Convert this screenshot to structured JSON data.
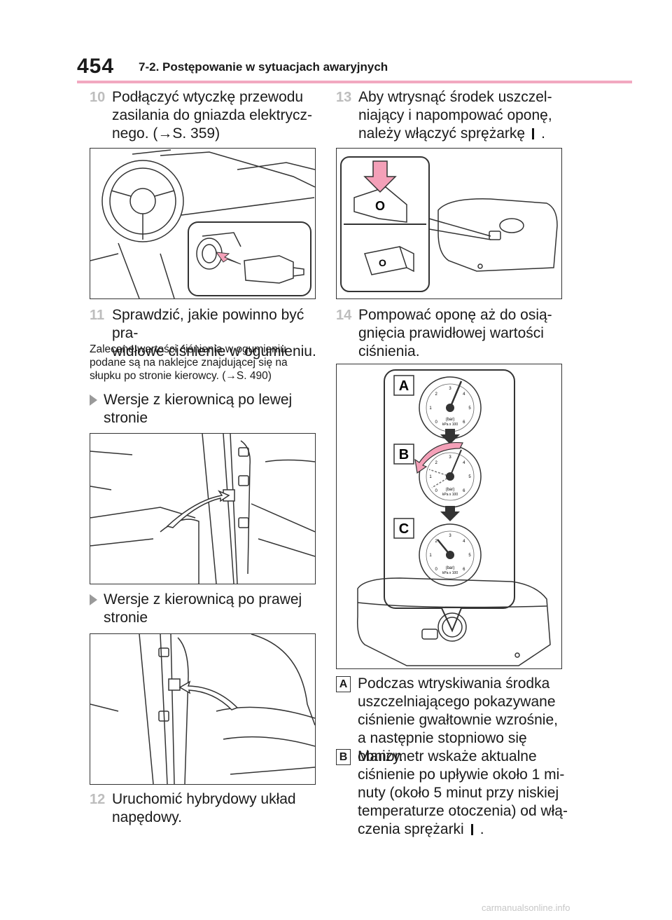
{
  "header": {
    "page_number": "454",
    "section_title": "7-2. Postępowanie w sytuacjach awaryjnych"
  },
  "left": {
    "step10": {
      "num": "10",
      "line1": "Podłączyć wtyczkę przewodu",
      "line2": "zasilania do gniazda elektrycz-",
      "line3": "nego. (→S. 359)"
    },
    "step11": {
      "num": "11",
      "line1": "Sprawdzić, jakie powinno być pra-",
      "line2": "widłowe ciśnienie w ogumieniu."
    },
    "note": {
      "line1": "Zalecane wartości ciśnienia w ogumieniu",
      "line2": "podane są na naklejce znajdującej się na",
      "line3": "słupku po stronie kierowcy. (→S. 490)"
    },
    "lhd": {
      "line1": "Wersje z kierownicą po lewej",
      "line2": "stronie"
    },
    "rhd": {
      "line1": "Wersje z kierownicą po prawej",
      "line2": "stronie"
    },
    "step12": {
      "num": "12",
      "line1": "Uruchomić hybrydowy układ",
      "line2": "napędowy."
    }
  },
  "right": {
    "step13": {
      "num": "13",
      "line1": "Aby wtrysnąć środek uszczel-",
      "line2": "niający i napompować oponę,",
      "line3a": "należy włączyć sprężarkę",
      "line3b": "."
    },
    "step14": {
      "num": "14",
      "line1": "Pompować oponę aż do osią-",
      "line2": "gnięcia prawidłowej wartości",
      "line3": "ciśnienia."
    },
    "gauge_labels": [
      "A",
      "B",
      "C"
    ],
    "gauge_unit_1": "(bar)",
    "gauge_unit_2": "kPa x 100",
    "gauge_ticks": [
      "0",
      "1",
      "2",
      "3",
      "4",
      "5",
      "6"
    ],
    "para_a": {
      "badge": "A",
      "line1": "Podczas wtryskiwania środka",
      "line2": "uszczelniającego pokazywane",
      "line3": "ciśnienie gwałtownie wzrośnie,",
      "line4": "a następnie stopniowo się obniży."
    },
    "para_b": {
      "badge": "B",
      "line1": "Manometr wskaże aktualne",
      "line2": "ciśnienie po upływie około 1 mi-",
      "line3": "nuty (około 5 minut przy niskiej",
      "line4": "temperaturze otoczenia) od włą-",
      "line5a": "czenia sprężarki",
      "line5b": "."
    }
  },
  "footer": {
    "watermark": "carmanualsonline.info"
  },
  "colors": {
    "accent_rule": "#f2a8c0",
    "step_number": "#bdbdbd",
    "arrow_pink": "#f4a0b8",
    "triangle": "#9a9a9a"
  }
}
